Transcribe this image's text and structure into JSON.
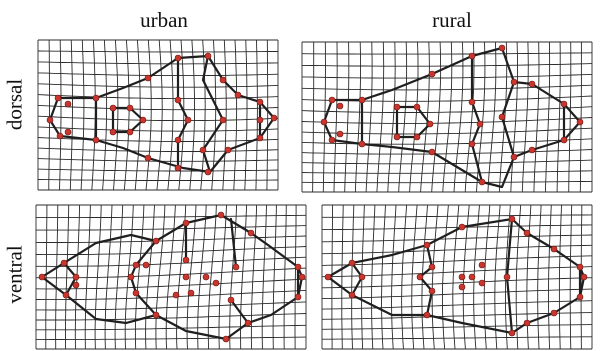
{
  "columns": [
    "urban",
    "rural"
  ],
  "rows": [
    "dorsal",
    "ventral"
  ],
  "colors": {
    "landmark": "#c8362e",
    "grid": "#2a2a2a",
    "outline": "#1f1f1f"
  },
  "panels": [
    "urban-dorsal",
    "rural-dorsal",
    "urban-ventral",
    "rural-ventral"
  ]
}
